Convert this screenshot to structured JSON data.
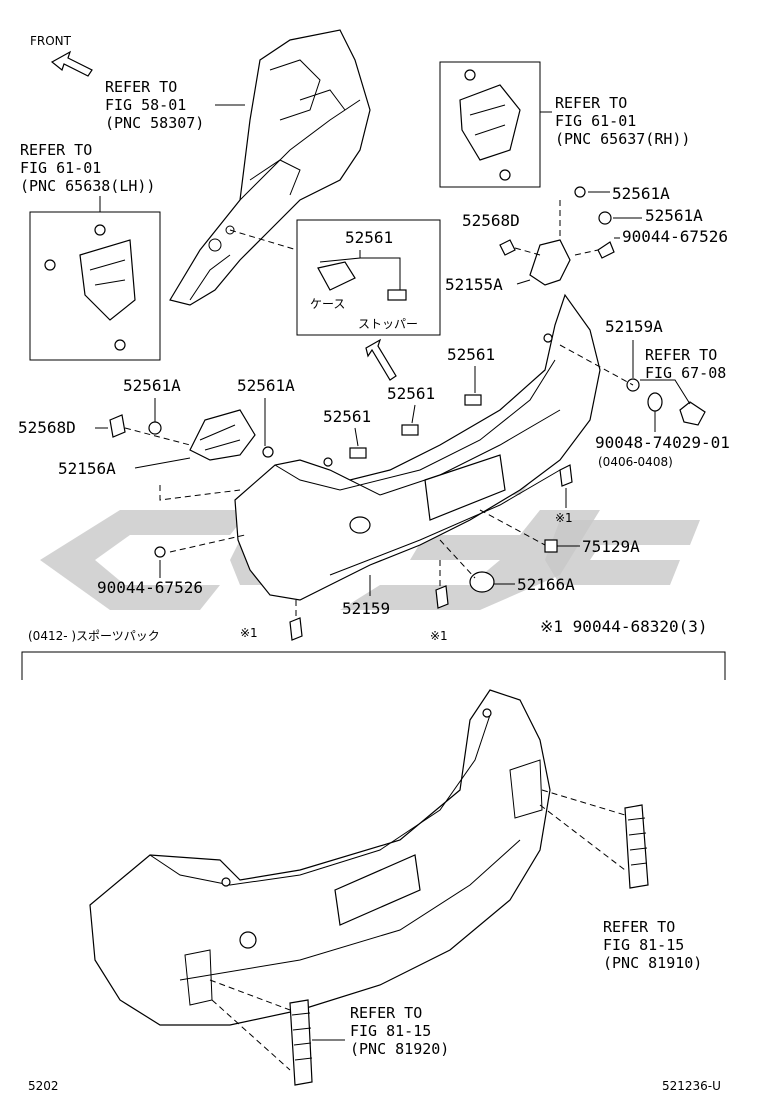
{
  "front_label": "FRONT",
  "refs": {
    "fig5801": [
      "REFER TO",
      "FIG 58-01",
      "(PNC 58307)"
    ],
    "fig6101_lh": [
      "REFER TO",
      "FIG 61-01",
      "(PNC 65638(LH))"
    ],
    "fig6101_rh": [
      "REFER TO",
      "FIG 61-01",
      "(PNC 65637(RH))"
    ],
    "fig6708": [
      "REFER TO",
      "FIG 67-08"
    ],
    "fig8115_a": [
      "REFER TO",
      "FIG 81-15",
      "(PNC 81910)"
    ],
    "fig8115_b": [
      "REFER TO",
      "FIG 81-15",
      "(PNC 81920)"
    ]
  },
  "parts": {
    "p52561_box": "52561",
    "case_label": "ケース",
    "stopper_label": "ストッパー",
    "p52561a_1": "52561A",
    "p52561a_2": "52561A",
    "p52561a_3": "52561A",
    "p52561a_4": "52561A",
    "p52568d_1": "52568D",
    "p52568d_2": "52568D",
    "p90044_67526_1": "90044-67526",
    "p90044_67526_2": "90044-67526",
    "p52155a": "52155A",
    "p52156a": "52156A",
    "p52159a": "52159A",
    "p90048": "90048-74029-01",
    "p90048_note": "(0406-0408)",
    "p52561_1": "52561",
    "p52561_2": "52561",
    "p52561_3": "52561",
    "p75129a": "75129A",
    "p52166a": "52166A",
    "p52159": "52159",
    "mark1_a": "※1",
    "mark1_b": "※1",
    "mark1_c": "※1",
    "legend_note": "※1 90044-68320(3)",
    "sport_note": "(0412-    )スポーツパック",
    "page_num": "5202",
    "fig_code": "521236-U"
  }
}
